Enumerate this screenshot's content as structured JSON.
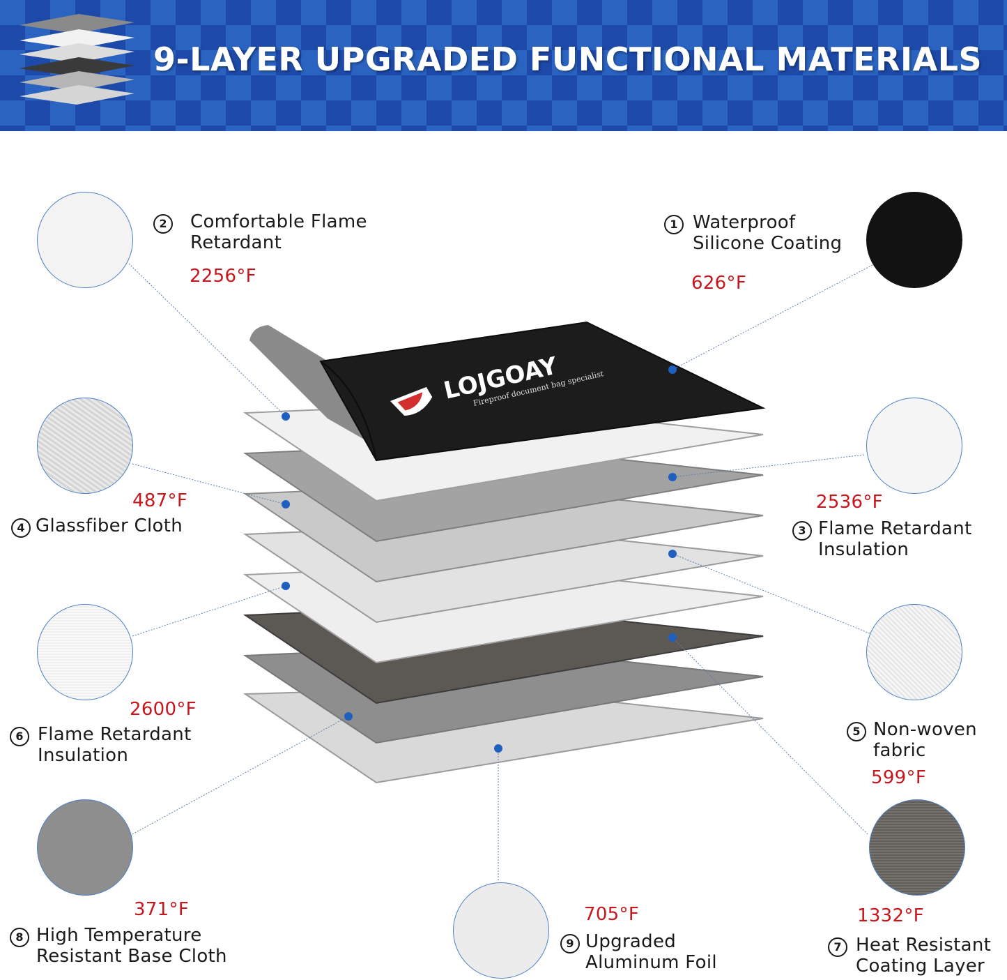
{
  "banner": {
    "title": "9-LAYER UPGRADED FUNCTIONAL MATERIALS",
    "icon": "stacked-layers-icon"
  },
  "brand": {
    "logo_text": "LOJGOAY",
    "tagline": "Fireproof document bag specialist"
  },
  "layers": [
    {
      "num": "1",
      "name_line1": "Waterproof",
      "name_line2": "Silicone Coating",
      "temp": "626°F",
      "swatch_color": "#111111"
    },
    {
      "num": "2",
      "name_line1": "Comfortable Flame",
      "name_line2": "Retardant",
      "temp": "2256°F",
      "swatch_color": "#f4f4f4"
    },
    {
      "num": "3",
      "name_line1": "Flame Retardant",
      "name_line2": "Insulation",
      "temp": "2536°F",
      "swatch_color": "#f5f5f5"
    },
    {
      "num": "4",
      "name_line1": "Glassfiber Cloth",
      "name_line2": "",
      "temp": "487°F",
      "swatch_color": "#dcdcdc"
    },
    {
      "num": "5",
      "name_line1": "Non-woven",
      "name_line2": "fabric",
      "temp": "599°F",
      "swatch_color": "#ececec"
    },
    {
      "num": "6",
      "name_line1": "Flame Retardant",
      "name_line2": "Insulation",
      "temp": "2600°F",
      "swatch_color": "#f2f2f2"
    },
    {
      "num": "7",
      "name_line1": "Heat Resistant",
      "name_line2": "Coating Layer",
      "temp": "1332°F",
      "swatch_color": "#6a6763"
    },
    {
      "num": "8",
      "name_line1": "High Temperature",
      "name_line2": "Resistant Base Cloth",
      "temp": "371°F",
      "swatch_color": "#8e8e8e"
    },
    {
      "num": "9",
      "name_line1": "Upgraded",
      "name_line2": "Aluminum Foil",
      "temp": "705°F",
      "swatch_color": "#e8e8e8"
    }
  ],
  "colors": {
    "banner_blue": "#2a63c0",
    "banner_dark": "#1d49a8",
    "temp_red": "#c8161d",
    "pointer_blue": "#1f5fbf"
  }
}
